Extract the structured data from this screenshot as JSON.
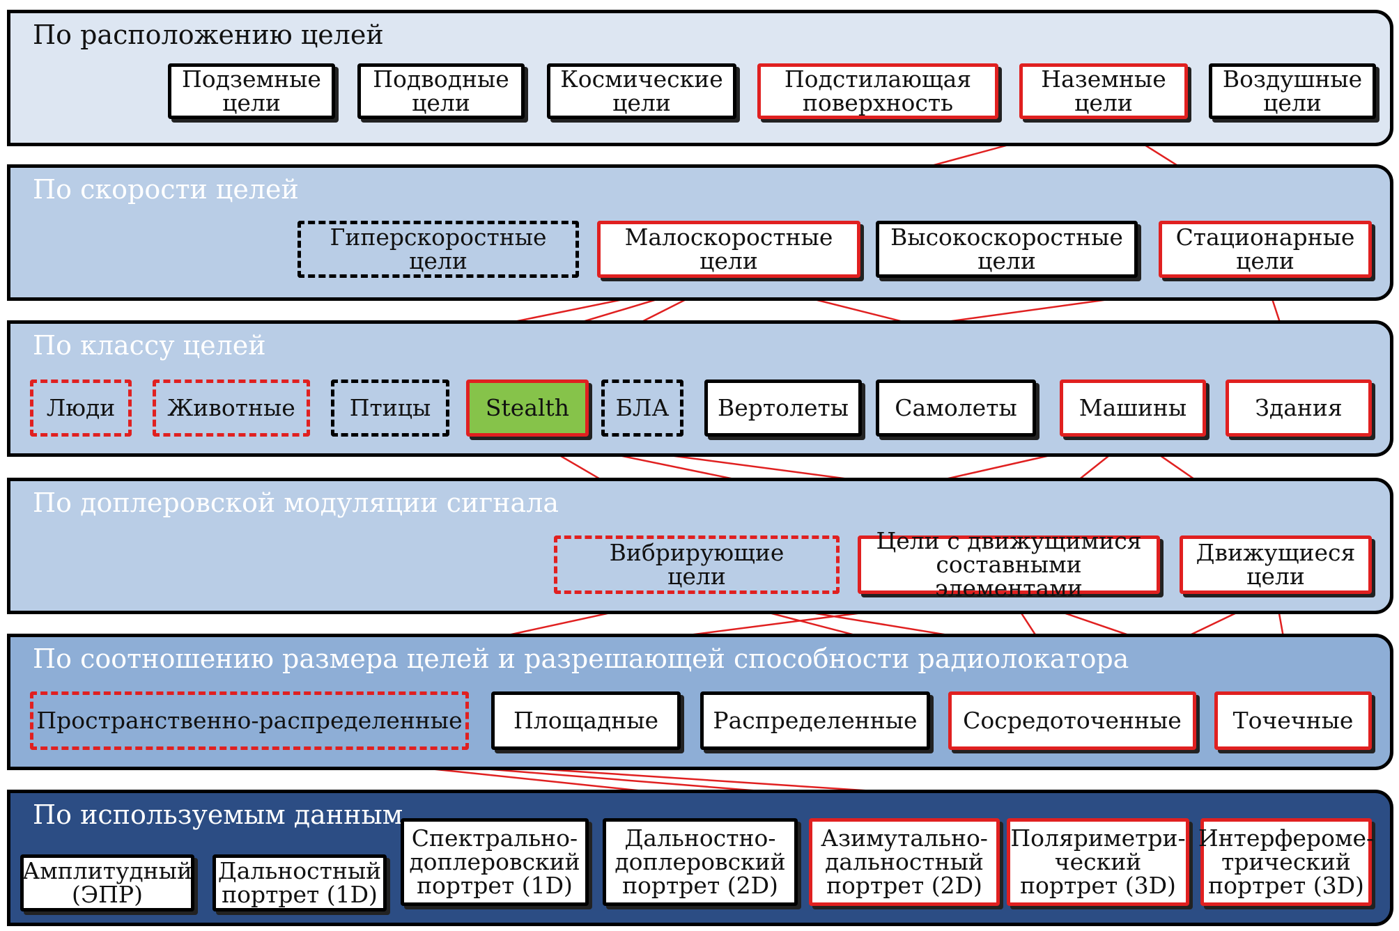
{
  "colors": {
    "row1": "#dde6f2",
    "row2": "#b9cde6",
    "row3": "#b9cde6",
    "row4": "#b9cde6",
    "row5": "#8eaed6",
    "row6": "#2c4d84",
    "arrow": "#e02020",
    "stealth_fill": "#86c34a"
  },
  "rows": {
    "location": {
      "title": "По расположению целей",
      "items": [
        {
          "label": "Подземные\nцели",
          "style": "solid-black"
        },
        {
          "label": "Подводные\nцели",
          "style": "solid-black"
        },
        {
          "label": "Космические\nцели",
          "style": "solid-black"
        },
        {
          "label": "Подстилающая\nповерхность",
          "style": "solid-red"
        },
        {
          "label": "Наземные\nцели",
          "style": "solid-red"
        },
        {
          "label": "Воздушные\nцели",
          "style": "solid-black"
        }
      ]
    },
    "speed": {
      "title": "По скорости целей",
      "items": [
        {
          "label": "Гиперскоростные\nцели",
          "style": "dashed-black"
        },
        {
          "label": "Малоскоростные\nцели",
          "style": "solid-red"
        },
        {
          "label": "Высокоскоростные\nцели",
          "style": "solid-black"
        },
        {
          "label": "Стационарные\nцели",
          "style": "solid-red"
        }
      ]
    },
    "class": {
      "title": "По классу целей",
      "items": [
        {
          "label": "Люди",
          "style": "dashed-red"
        },
        {
          "label": "Животные",
          "style": "dashed-red"
        },
        {
          "label": "Птицы",
          "style": "dashed-black"
        },
        {
          "label": "Stealth",
          "style": "solid-red-green"
        },
        {
          "label": "БЛА",
          "style": "dashed-black"
        },
        {
          "label": "Вертолеты",
          "style": "solid-black"
        },
        {
          "label": "Самолеты",
          "style": "solid-black"
        },
        {
          "label": "Машины",
          "style": "solid-red"
        },
        {
          "label": "Здания",
          "style": "solid-red"
        }
      ]
    },
    "doppler": {
      "title": "По доплеровской модуляции сигнала",
      "items": [
        {
          "label": "Вибрирующие\nцели",
          "style": "dashed-red"
        },
        {
          "label": "Цели с движущимися\nсоставными элементами",
          "style": "solid-red"
        },
        {
          "label": "Движущиеся\nцели",
          "style": "solid-red"
        }
      ]
    },
    "size": {
      "title": "По соотношению размера целей и разрешающей способности радиолокатора",
      "items": [
        {
          "label": "Пространственно-распределенные",
          "style": "dashed-red"
        },
        {
          "label": "Площадные",
          "style": "solid-black"
        },
        {
          "label": "Распределенные",
          "style": "solid-black"
        },
        {
          "label": "Сосредоточенные",
          "style": "solid-red"
        },
        {
          "label": "Точечные",
          "style": "solid-red"
        }
      ]
    },
    "data": {
      "title": "По используемым данным",
      "items": [
        {
          "label": "Амплитудный\n(ЭПР)",
          "style": "solid-black"
        },
        {
          "label": "Дальностный\nпортрет (1D)",
          "style": "solid-black"
        },
        {
          "label": "Спектрально-\nдоплеровский\nпортрет (1D)",
          "style": "solid-black"
        },
        {
          "label": "Дальностно-\nдоплеровский\nпортрет (2D)",
          "style": "solid-black"
        },
        {
          "label": "Азимутально-\nдальностный\nпортрет (2D)",
          "style": "solid-red"
        },
        {
          "label": "Поляриметри-\nческий\nпортрет (3D)",
          "style": "solid-red"
        },
        {
          "label": "Интерфероме-\nтрический\nпортрет (3D)",
          "style": "solid-red"
        }
      ]
    }
  },
  "connections": [
    [
      "location.4",
      "speed.1"
    ],
    [
      "location.4",
      "speed.3"
    ],
    [
      "speed.1",
      "class.1"
    ],
    [
      "speed.1",
      "class.2"
    ],
    [
      "speed.1",
      "class.3"
    ],
    [
      "speed.1",
      "class.7"
    ],
    [
      "speed.3",
      "class.3"
    ],
    [
      "speed.3",
      "class.8"
    ],
    [
      "class.3",
      "doppler.0"
    ],
    [
      "class.3",
      "doppler.1"
    ],
    [
      "class.3",
      "doppler.2"
    ],
    [
      "class.7",
      "doppler.0"
    ],
    [
      "class.7",
      "doppler.1"
    ],
    [
      "class.7",
      "doppler.2"
    ],
    [
      "doppler.0",
      "size.0"
    ],
    [
      "doppler.0",
      "size.3"
    ],
    [
      "doppler.0",
      "size.4"
    ],
    [
      "doppler.1",
      "size.0"
    ],
    [
      "doppler.1",
      "size.3"
    ],
    [
      "doppler.1",
      "size.4"
    ],
    [
      "doppler.2",
      "size.3"
    ],
    [
      "doppler.2",
      "size.4"
    ],
    [
      "size.0",
      "data.4"
    ],
    [
      "size.0",
      "data.5"
    ],
    [
      "size.0",
      "data.6"
    ]
  ]
}
